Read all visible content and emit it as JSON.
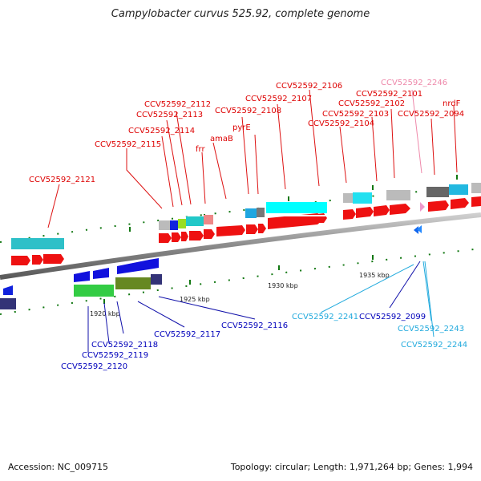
{
  "title": "Campylobacter curvus 525.92, complete genome",
  "footer": {
    "accession": "Accession: NC_009715",
    "summary": "Topology: circular; Length: 1,971,264 bp; Genes: 1,994"
  },
  "colors": {
    "forward_label": "#dd0000",
    "reverse_label": "#0000bb",
    "rna_label": "#22aadd",
    "pseudo_label": "#ee88aa",
    "backbone": "#888888",
    "tick": "#117711"
  },
  "ticks": [
    {
      "label": "1920 kbp"
    },
    {
      "label": "1925 kbp"
    },
    {
      "label": "1930 kbp"
    },
    {
      "label": "1935 kbp"
    }
  ],
  "forward_genes": [
    {
      "label": "CCV52592_2121"
    },
    {
      "label": "CCV52592_2115"
    },
    {
      "label": "CCV52592_2114"
    },
    {
      "label": "CCV52592_2113"
    },
    {
      "label": "CCV52592_2112"
    },
    {
      "label": "frr"
    },
    {
      "label": "amaB"
    },
    {
      "label": "CCV52592_2108"
    },
    {
      "label": "pyrE"
    },
    {
      "label": "CCV52592_2107"
    },
    {
      "label": "CCV52592_2106"
    },
    {
      "label": "CCV52592_2104"
    },
    {
      "label": "CCV52592_2103"
    },
    {
      "label": "CCV52592_2102"
    },
    {
      "label": "CCV52592_2101"
    },
    {
      "label": "CCV52592_2094"
    },
    {
      "label": "nrdF"
    }
  ],
  "pseudo_genes": [
    {
      "label": "CCV52592_2246"
    }
  ],
  "reverse_genes": [
    {
      "label": "CCV52592_2120"
    },
    {
      "label": "CCV52592_2119"
    },
    {
      "label": "CCV52592_2118"
    },
    {
      "label": "CCV52592_2117"
    },
    {
      "label": "CCV52592_2116"
    },
    {
      "label": "CCV52592_2099"
    }
  ],
  "rna_genes": [
    {
      "label": "CCV52592_2241"
    },
    {
      "label": "CCV52592_2243"
    },
    {
      "label": "CCV52592_2244"
    }
  ]
}
